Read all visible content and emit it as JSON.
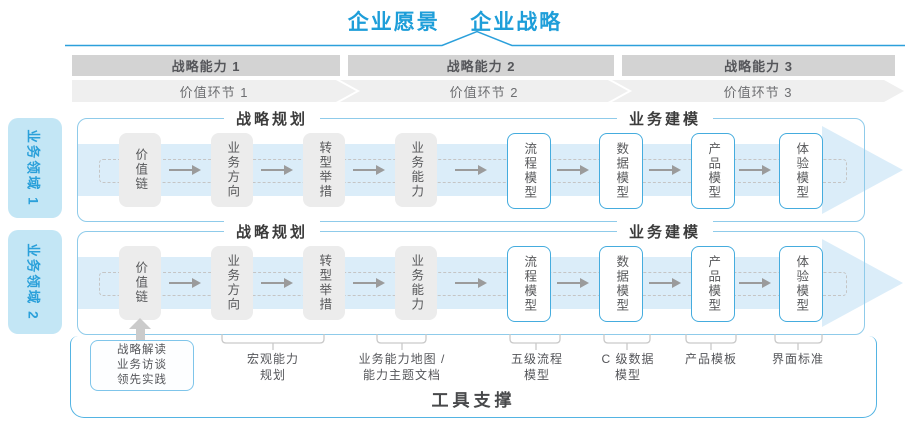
{
  "header": {
    "vision": "企业愿景",
    "strategy": "企业战略"
  },
  "strategic_capabilities": [
    "战略能力 1",
    "战略能力 2",
    "战略能力 3"
  ],
  "value_links": [
    "价值环节 1",
    "价值环节 2",
    "价值环节 3"
  ],
  "domains": [
    "业务领域 1",
    "业务领域 2"
  ],
  "sections": {
    "planning": "战略规划",
    "modeling": "业务建模"
  },
  "boxes": [
    {
      "label": "价值链",
      "style": "gray"
    },
    {
      "label": "业务方向",
      "style": "gray"
    },
    {
      "label": "转型举措",
      "style": "gray"
    },
    {
      "label": "业务能力",
      "style": "gray"
    },
    {
      "label": "流程模型",
      "style": "blue"
    },
    {
      "label": "数据模型",
      "style": "blue"
    },
    {
      "label": "产品模型",
      "style": "blue"
    },
    {
      "label": "体验模型",
      "style": "blue"
    }
  ],
  "annotations": {
    "practice_box": [
      "战略解读",
      "业务访谈",
      "领先实践"
    ],
    "labels": [
      {
        "lines": [
          "宏观能力",
          "规划"
        ]
      },
      {
        "lines": [
          "业务能力地图 /",
          "能力主题文档"
        ]
      },
      {
        "lines": [
          "五级流程",
          "模型"
        ]
      },
      {
        "lines": [
          "C 级数据",
          "模型"
        ]
      },
      {
        "lines": [
          "产品模板"
        ]
      },
      {
        "lines": [
          "界面标准"
        ]
      }
    ]
  },
  "footer": {
    "tool_support": "工具支撑"
  },
  "colors": {
    "accent_blue": "#1E9ED9",
    "tab_fill": "#C3E6F5",
    "row_border": "#8FCBEA",
    "process_arrow_fill": "#DBEDF9",
    "bar_gray": "#D3D3D3",
    "chevron_gray": "#EFEFEF",
    "node_gray": "#ECECEC",
    "node_border_blue": "#45ACDE",
    "text_dark": "#58595B"
  }
}
